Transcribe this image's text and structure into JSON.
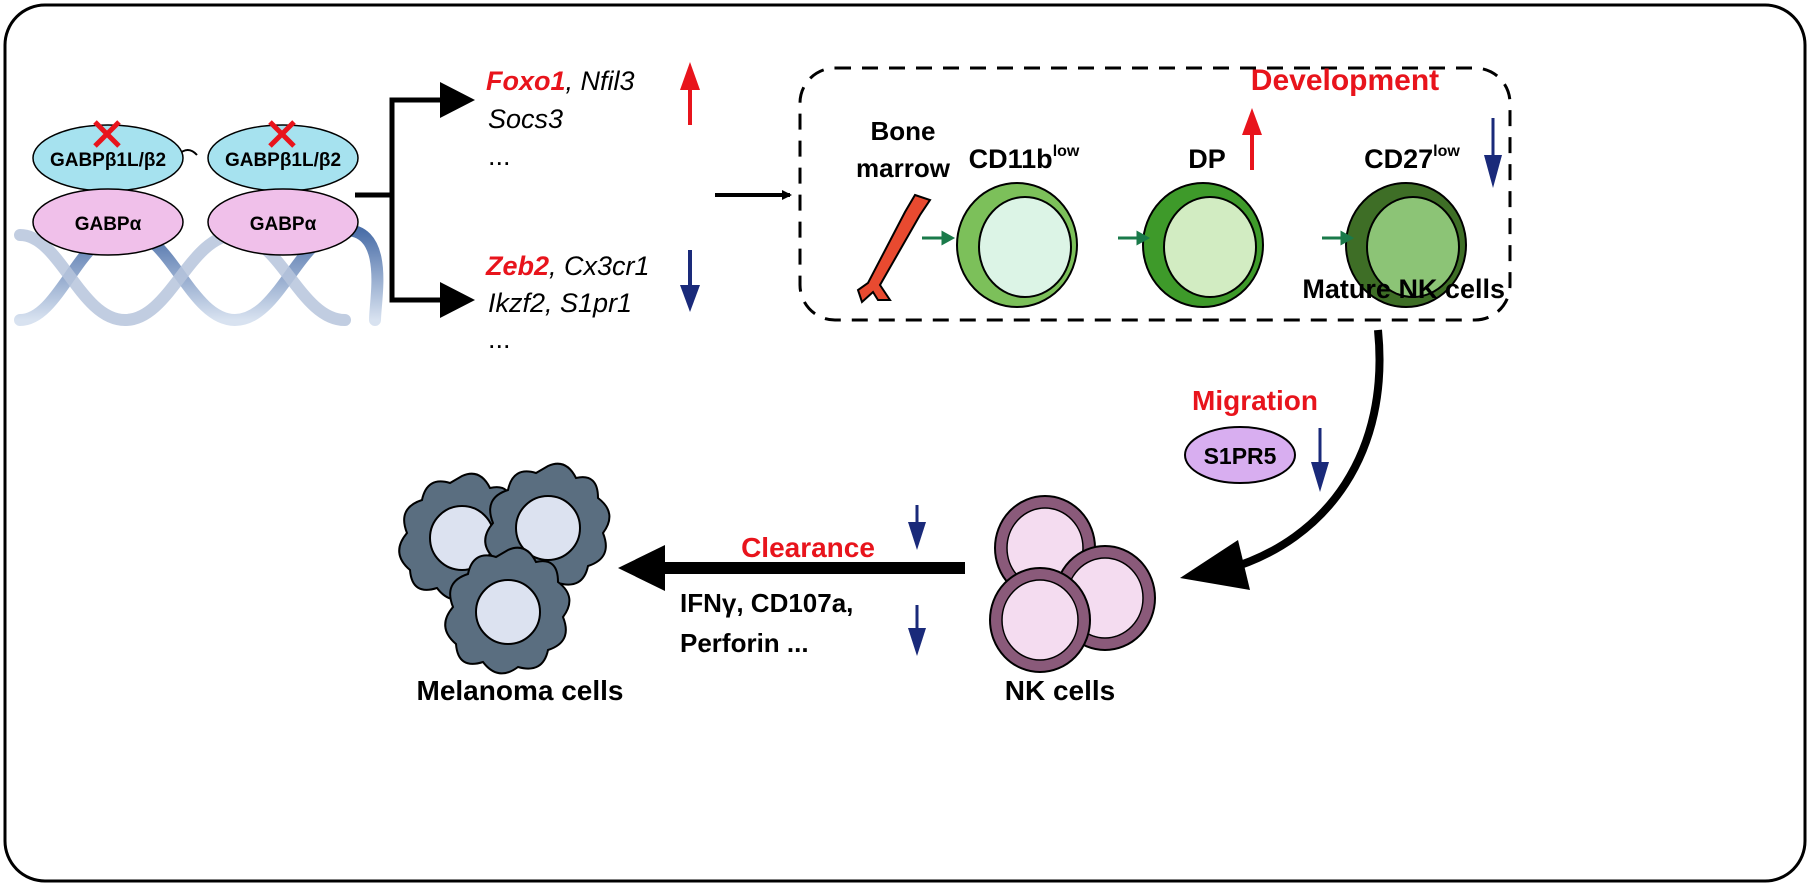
{
  "complex": {
    "beta_label": "GABPβ1L/β2",
    "alpha_label": "GABPα"
  },
  "upregulated": {
    "line1_red": "Foxo1",
    "line1_rest": ", Nfil3",
    "line2": "Socs3",
    "line3": "..."
  },
  "downregulated": {
    "line1_red": "Zeb2",
    "line1_rest": ", Cx3cr1",
    "line2": "Ikzf2, S1pr1",
    "line3": "..."
  },
  "development": {
    "title": "Development",
    "bone_line1": "Bone",
    "bone_line2": "marrow",
    "stage1": "CD11b",
    "stage1_sup": "low",
    "stage2": "DP",
    "stage3": "CD27",
    "stage3_sup": "low",
    "mature_label": "Mature NK cells"
  },
  "migration": {
    "title": "Migration",
    "receptor": "S1PR5"
  },
  "nk": {
    "label": "NK cells"
  },
  "clearance": {
    "title": "Clearance",
    "line1": "IFNγ, CD107a,",
    "line2": "Perforin ..."
  },
  "melanoma": {
    "label": "Melanoma cells"
  },
  "colors": {
    "red": "#e8141c",
    "blue": "#1a2a7a",
    "beta": "#a6e2ef",
    "alpha": "#f0c0ea",
    "nk": "#8a5a7a",
    "melanoma": "#5a6e80"
  }
}
